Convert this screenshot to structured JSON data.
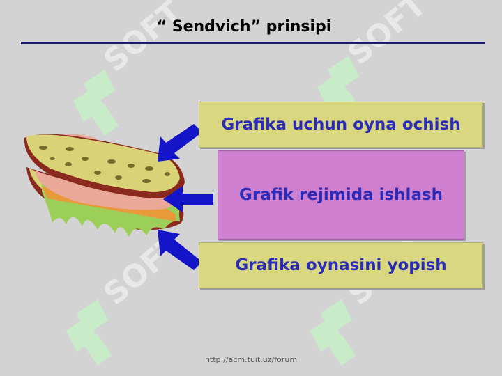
{
  "slide": {
    "title": "“ Sendvich”  prinsipi",
    "steps": [
      {
        "label": "Grafika  uchun  oyna  ochish"
      },
      {
        "label": "Grafik rejimida  ishlash"
      },
      {
        "label": "Grafika oynasini  yopish"
      }
    ],
    "footer": "http://acm.tuit.uz/forum",
    "watermark": "SOFT"
  },
  "colors": {
    "background": "#d3d3d3",
    "step_box": "#d9d77f",
    "middle_box": "#cf7fcf",
    "step_text": "#2b2bb8",
    "arrow": "#1414c8",
    "watermark": "#e8e8e8",
    "watermark_logo": "#c8ecc8"
  }
}
